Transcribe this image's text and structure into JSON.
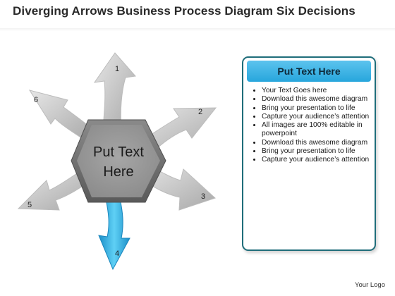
{
  "title": "Diverging Arrows Business Process Diagram Six Decisions",
  "center": {
    "line1": "Put Text",
    "line2": "Here"
  },
  "arrows": [
    {
      "number": "1",
      "color": "#b8b8b8",
      "highlight": false
    },
    {
      "number": "2",
      "color": "#b8b8b8",
      "highlight": false
    },
    {
      "number": "3",
      "color": "#b8b8b8",
      "highlight": false
    },
    {
      "number": "4",
      "color": "#2fa6dc",
      "highlight": true
    },
    {
      "number": "5",
      "color": "#b8b8b8",
      "highlight": false
    },
    {
      "number": "6",
      "color": "#b8b8b8",
      "highlight": false
    }
  ],
  "panel": {
    "header": "Put Text Here",
    "bullets": [
      "Your Text Goes here",
      "Download this awesome diagram",
      "Bring your presentation to life",
      "Capture your audience’s attention",
      "All images are 100% editable in powerpoint",
      "Download this awesome diagram",
      "Bring your presentation to life",
      "Capture your audience’s attention"
    ]
  },
  "logo": "Your Logo",
  "colors": {
    "accent": "#2fa6dc",
    "panel_border": "#1f6d7a",
    "hexagon": "#6e6e6e"
  }
}
